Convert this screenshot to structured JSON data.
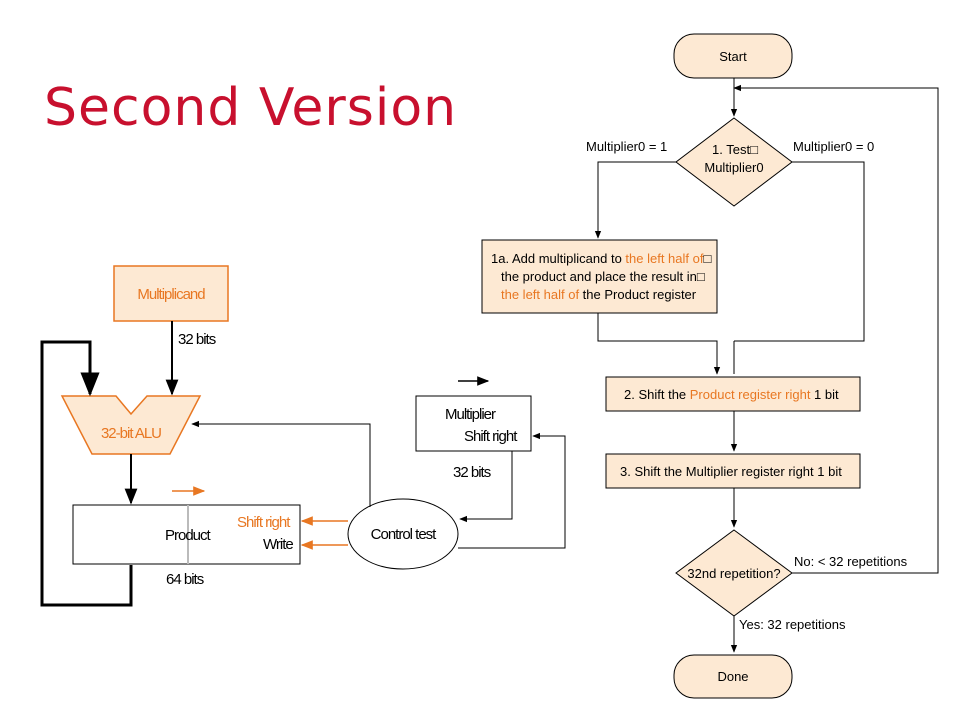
{
  "title": "Second Version",
  "flowchart": {
    "start": "Start",
    "test_line1": "1. Test□",
    "test_line2": "Multiplier0",
    "branch_yes": "Multiplier0 = 1",
    "branch_no": "Multiplier0 = 0",
    "step1a": {
      "line1_a": "1a. Add multiplicand to ",
      "line1_b": "the left half of",
      "line1_c": "□",
      "line2": "the product and place the result in□",
      "line3_a": "the left half of",
      "line3_b": " the Product register"
    },
    "step2": {
      "a": "2. Shift the ",
      "b": "Product register right",
      "c": " 1 bit"
    },
    "step3": "3. Shift the Multiplier register right 1 bit",
    "repeat_question": "32nd repetition?",
    "repeat_no": "No:  < 32 repetitions",
    "repeat_yes": "Yes:  32 repetitions",
    "done": "Done"
  },
  "hardware": {
    "multiplicand": "Multiplicand",
    "multiplicand_bits": "32 bits",
    "alu": "32-bit ALU",
    "product": "Product",
    "product_bits": "64 bits",
    "shift_right": "Shift right",
    "write": "Write",
    "control": "Control test",
    "multiplier": "Multiplier",
    "multiplier_shift": "Shift right",
    "multiplier_bits": "32 bits"
  },
  "colors": {
    "title": "#c8102e",
    "accent": "#e87722",
    "fill": "#fde9d3"
  }
}
